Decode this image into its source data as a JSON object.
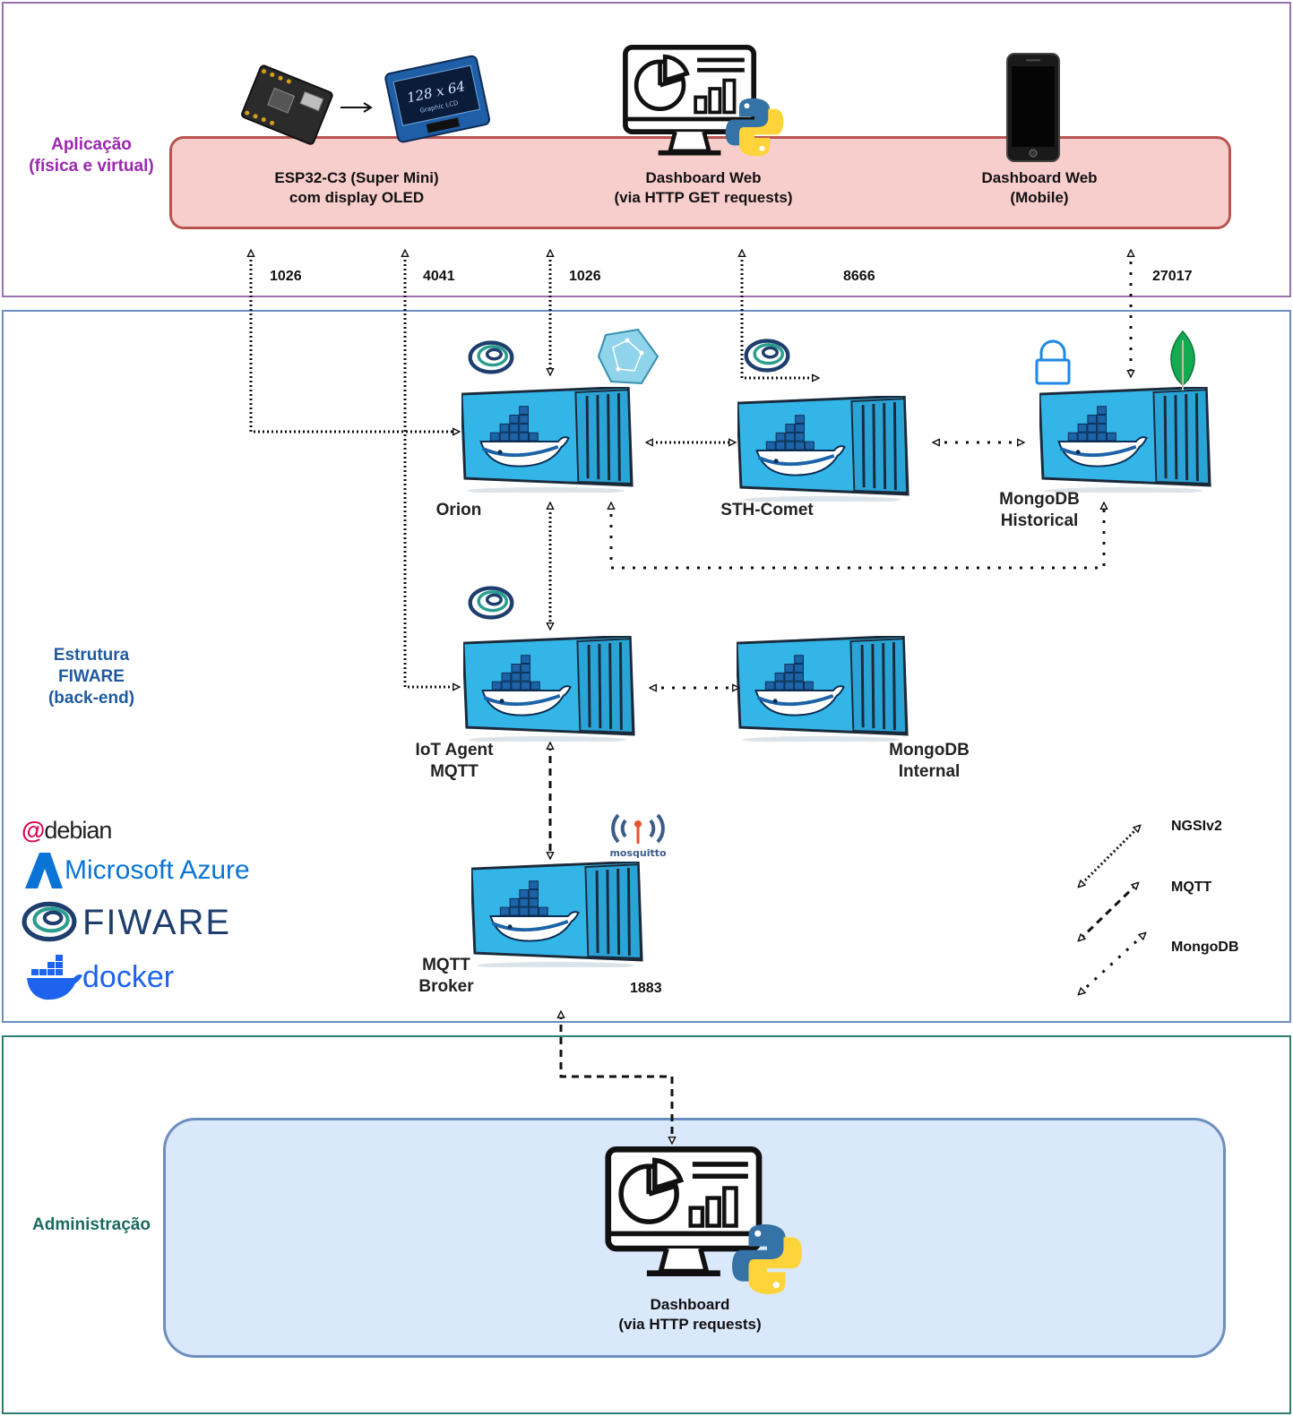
{
  "layers": {
    "application": "Aplicação\n(física e virtual)",
    "fiware": "Estrutura\nFIWARE\n(back-end)",
    "admin": "Administração"
  },
  "application": {
    "esp32": "ESP32-C3 (Super Mini)\ncom display OLED",
    "oled_text": "128 x 64",
    "oled_subtext": "Graphic LCD",
    "dashboard_web": "Dashboard Web\n(via HTTP GET requests)",
    "dashboard_mobile": "Dashboard Web\n(Mobile)"
  },
  "ports": {
    "p1": "1026",
    "p2": "4041",
    "p3": "1026",
    "p4": "8666",
    "p5": "27017",
    "p6": "1883"
  },
  "nodes": {
    "orion": "Orion",
    "sth": "STH-Comet",
    "mongo_hist": "MongoDB\nHistorical",
    "iot_agent": "IoT Agent\nMQTT",
    "mongo_internal": "MongoDB\nInternal",
    "mqtt_broker": "MQTT\nBroker",
    "mosquitto": "mosquitto"
  },
  "legend": {
    "ngsi": "NGSIv2",
    "mqtt": "MQTT",
    "mongodb": "MongoDB"
  },
  "logos": {
    "debian": "debian",
    "azure": "Microsoft Azure",
    "fiware": "FIWARE",
    "docker": "docker"
  },
  "admin": {
    "dashboard": "Dashboard\n(via HTTP requests)"
  },
  "colors": {
    "app_border": "#9b6fb0",
    "app_bar_fill": "#f8cecc",
    "app_bar_border": "#b85450",
    "fiware_border": "#6c8ebf",
    "admin_border": "#2e7d6e",
    "admin_bar_fill": "#dae8fc",
    "container_blue": "#33b5e8"
  }
}
